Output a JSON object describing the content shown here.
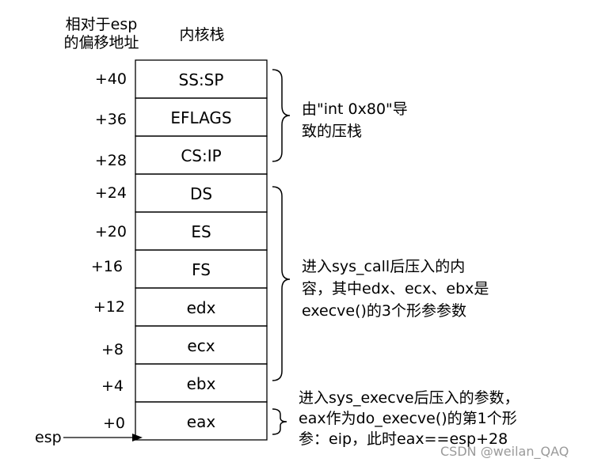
{
  "headers": {
    "offset_title_line1": "相对于esp",
    "offset_title_line2": "的偏移地址",
    "stack_title": "内核栈"
  },
  "stack_cells": [
    "SS:SP",
    "EFLAGS",
    "CS:IP",
    "DS",
    "ES",
    "FS",
    "edx",
    "ecx",
    "ebx",
    "eax"
  ],
  "offsets": [
    "+40",
    "+36",
    "+28",
    "+24",
    "+20",
    "+16",
    "+12",
    "+8",
    "+4",
    "+0"
  ],
  "pointer_label": "esp",
  "notes": {
    "int_push_line1": "由\"int 0x80\"导",
    "int_push_line2": "致的压栈",
    "sys_call_line1": "进入sys_call后压入的内",
    "sys_call_line2": "容，其中edx、ecx、ebx是",
    "sys_call_line3": "execve()的3个形参参数",
    "sys_execve_line1": "进入sys_execve后压入的参数，",
    "sys_execve_line2": "eax作为do_execve()的第1个形",
    "sys_execve_line3": "参：eip，此时eax==esp+28"
  },
  "watermark": "CSDN @weilan_QAQ"
}
